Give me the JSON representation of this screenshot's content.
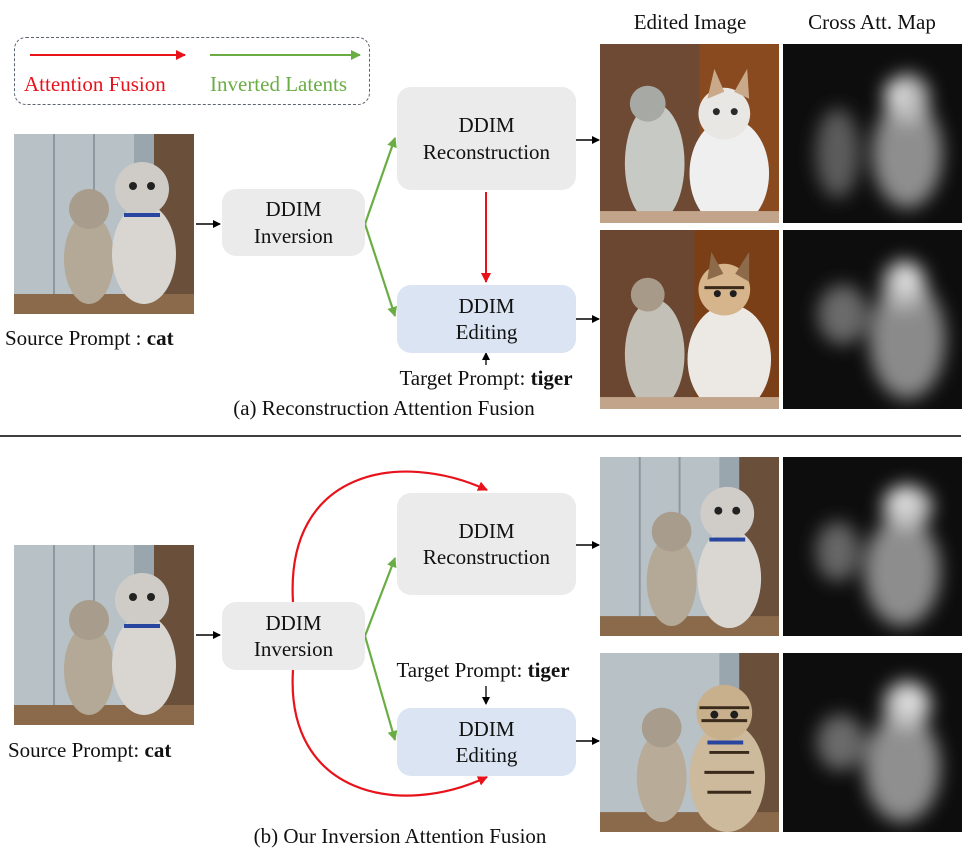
{
  "legend": {
    "attention_fusion": "Attention Fusion",
    "inverted_latents": "Inverted Latents",
    "colors": {
      "attention_fusion": "#e8121b",
      "inverted_latents": "#6aad45"
    }
  },
  "headers": {
    "edited_image": "Edited Image",
    "cross_att_map": "Cross Att. Map"
  },
  "panel_a": {
    "source_prompt_label": "Source Prompt : ",
    "source_prompt_word": "cat",
    "inversion": [
      "DDIM",
      "Inversion"
    ],
    "reconstruction": [
      "DDIM",
      "Reconstruction"
    ],
    "editing": [
      "DDIM",
      "Editing"
    ],
    "target_prompt_label": "Target Prompt: ",
    "target_prompt_word": "tiger",
    "caption": "(a) Reconstruction Attention Fusion"
  },
  "panel_b": {
    "source_prompt_label": "Source Prompt: ",
    "source_prompt_word": "cat",
    "inversion": [
      "DDIM",
      "Inversion"
    ],
    "reconstruction": [
      "DDIM",
      "Reconstruction"
    ],
    "editing": [
      "DDIM",
      "Editing"
    ],
    "target_prompt_label": "Target Prompt: ",
    "target_prompt_word": "tiger",
    "caption": "(b) Our Inversion Attention Fusion"
  },
  "colors": {
    "box_gray": "#ebebeb",
    "box_blue": "#dae4f2",
    "divider": "#000000"
  }
}
